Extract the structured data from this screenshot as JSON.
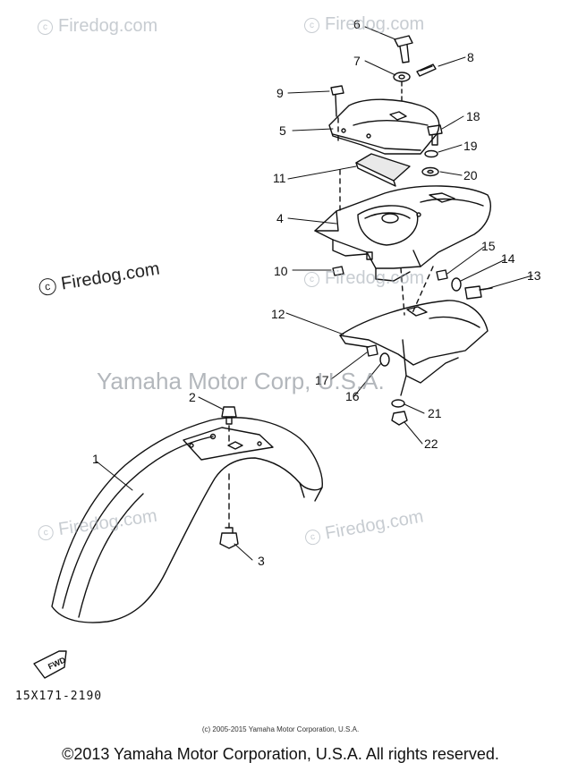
{
  "watermarks": {
    "firedog": "Firedog.com",
    "yamaha": "Yamaha Motor Corp, U.S.A."
  },
  "callouts": [
    "1",
    "2",
    "3",
    "4",
    "5",
    "6",
    "7",
    "8",
    "9",
    "10",
    "11",
    "12",
    "13",
    "14",
    "15",
    "16",
    "17",
    "18",
    "19",
    "20",
    "21",
    "22"
  ],
  "direction_label": "FWD",
  "diagram_code": "15X171-2190",
  "small_copyright": "(c) 2005-2015 Yamaha Motor Corporation, U.S.A.",
  "footer_copyright": "©2013 Yamaha Motor Corporation, U.S.A. All rights reserved."
}
